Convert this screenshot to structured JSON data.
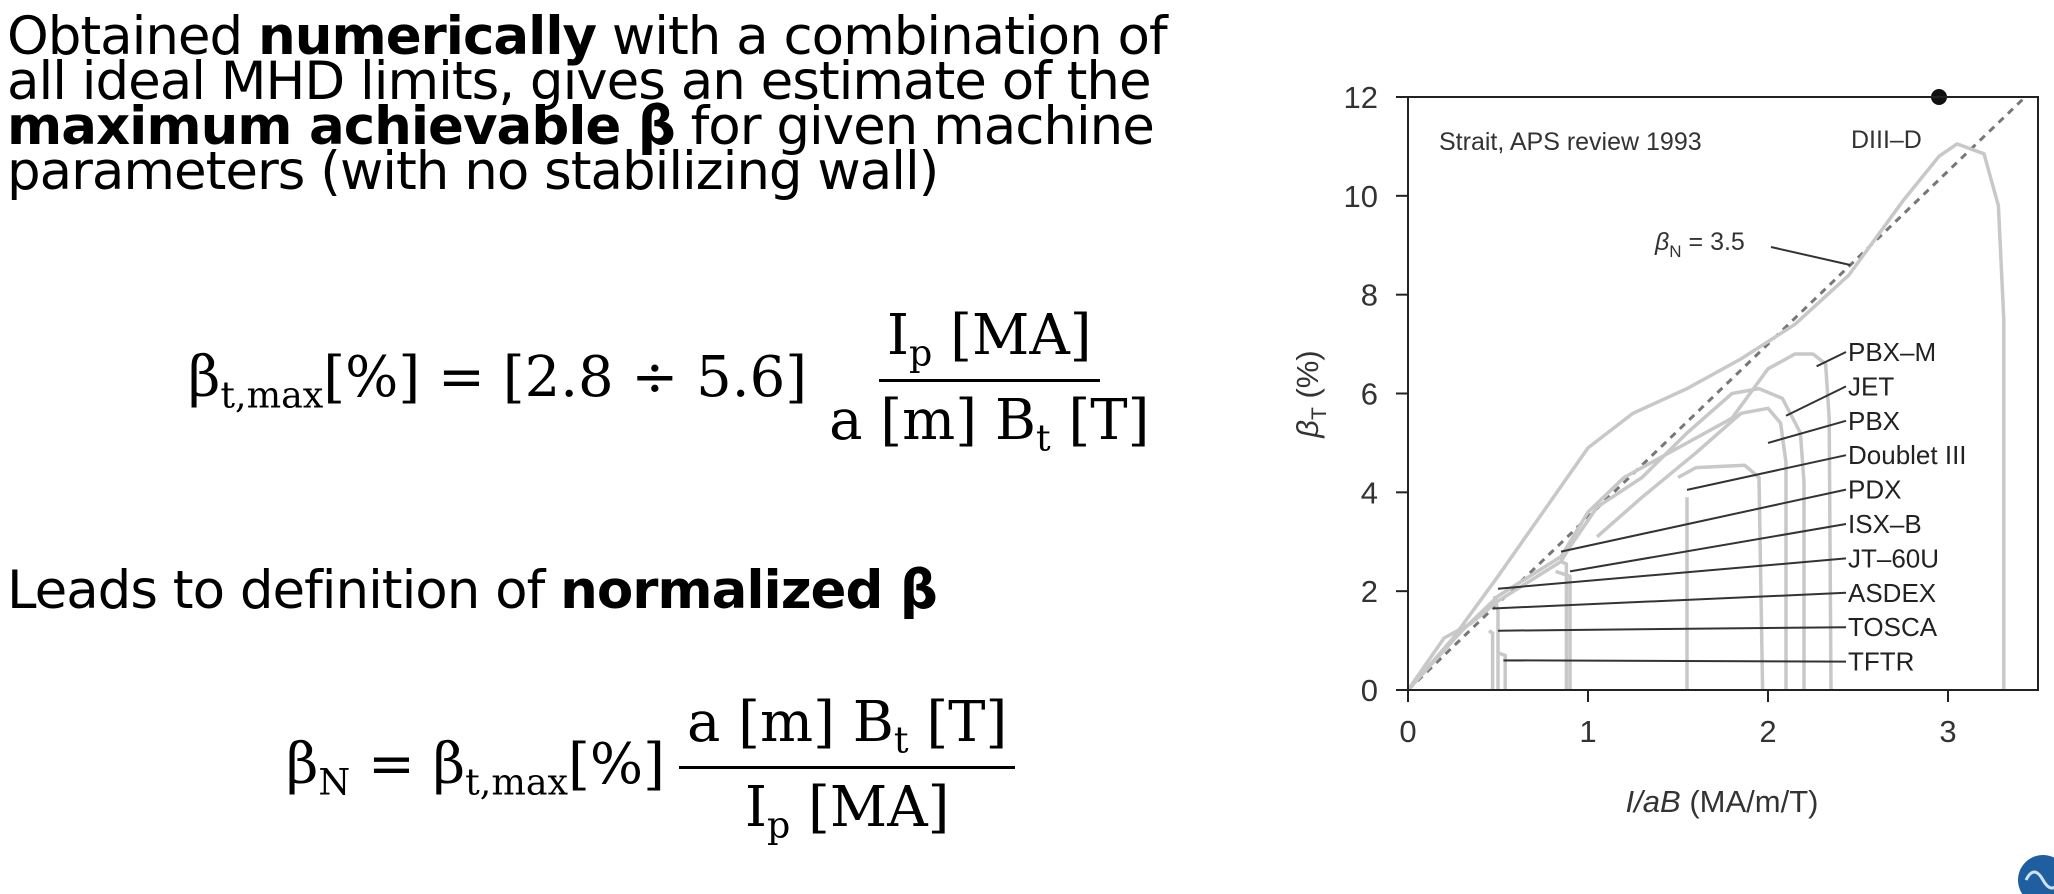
{
  "paragraph": {
    "p1": "Obtained ",
    "b1": "numerically",
    "p2": " with a combination of all ideal MHD limits, gives an estimate of the ",
    "b2": "maximum achievable β",
    "p3": " for given machine parameters (with no stabilizing wall)"
  },
  "eq1": {
    "lhs": "β",
    "lhs_sub": "t,max",
    "lhs_rest": "[%] = [2.8 ÷ 5.6]",
    "num_a": "I",
    "num_sub": "p",
    "num_b": " [MA]",
    "den_a": "a [m] B",
    "den_sub": "t",
    "den_b": " [T]"
  },
  "line2": {
    "text": "Leads to definition of ",
    "bold": "normalized β"
  },
  "eq2": {
    "lhs": "β",
    "lhs_sub": "N",
    "mid": " = β",
    "mid_sub": "t,max",
    "mid_rest": "[%]",
    "num_a": "a [m] B",
    "num_sub": "t",
    "num_b": " [T]",
    "den_a": "I",
    "den_sub": "p",
    "den_b": " [MA]"
  },
  "chart_data": {
    "type": "line",
    "title": "Strait, APS review 1993",
    "xlabel_italic": "I/aB",
    "xlabel_unit": " (MA/m/T)",
    "ylabel_sym": "β",
    "ylabel_sub": "T",
    "ylabel_unit": " (%)",
    "xlim": [
      0,
      3.5
    ],
    "ylim": [
      0,
      12
    ],
    "xticks": [
      "0",
      "1",
      "2",
      "3"
    ],
    "yticks": [
      "0",
      "2",
      "4",
      "6",
      "8",
      "10",
      "12"
    ],
    "beta_n_label": "β",
    "beta_n_sub": "N",
    "beta_n_value": " = 3.5",
    "beta_n": 3.5,
    "reference_point": {
      "label": "DIII–D",
      "x": 2.95,
      "y": 12
    },
    "series": [
      {
        "name": "DIII–D",
        "points": [
          [
            0,
            0
          ],
          [
            0.25,
            1.05
          ],
          [
            0.5,
            2.3
          ],
          [
            0.75,
            3.6
          ],
          [
            1.0,
            4.9
          ],
          [
            1.25,
            5.6
          ],
          [
            1.55,
            6.1
          ],
          [
            1.85,
            6.7
          ],
          [
            2.15,
            7.4
          ],
          [
            2.45,
            8.4
          ],
          [
            2.75,
            9.9
          ],
          [
            2.95,
            10.8
          ],
          [
            3.05,
            11.05
          ],
          [
            3.2,
            10.85
          ],
          [
            3.28,
            9.8
          ],
          [
            3.31,
            7.5
          ],
          [
            3.31,
            0
          ]
        ]
      },
      {
        "name": "PBX–M",
        "points": [
          [
            0,
            0
          ],
          [
            0.3,
            1.2
          ],
          [
            0.5,
            1.9
          ],
          [
            0.85,
            2.7
          ],
          [
            1.0,
            3.6
          ],
          [
            1.2,
            4.3
          ],
          [
            1.5,
            4.9
          ],
          [
            1.8,
            5.5
          ],
          [
            2.0,
            6.5
          ],
          [
            2.15,
            6.8
          ],
          [
            2.25,
            6.8
          ],
          [
            2.32,
            6.6
          ],
          [
            2.34,
            5.5
          ],
          [
            2.35,
            0
          ]
        ]
      },
      {
        "name": "JET",
        "points": [
          [
            0.85,
            2.6
          ],
          [
            0.9,
            2.9
          ],
          [
            1.05,
            3.7
          ],
          [
            1.3,
            4.3
          ],
          [
            1.55,
            5.2
          ],
          [
            1.8,
            6.0
          ],
          [
            1.95,
            6.1
          ],
          [
            2.08,
            5.9
          ],
          [
            2.18,
            5.2
          ],
          [
            2.2,
            4.2
          ],
          [
            2.2,
            0
          ]
        ]
      },
      {
        "name": "PBX",
        "points": [
          [
            1.05,
            3.1
          ],
          [
            1.3,
            3.9
          ],
          [
            1.6,
            4.8
          ],
          [
            1.85,
            5.6
          ],
          [
            2.0,
            5.7
          ],
          [
            2.07,
            5.4
          ],
          [
            2.1,
            4.6
          ],
          [
            2.1,
            0
          ]
        ]
      },
      {
        "name": "Doublet III",
        "points": [
          [
            1.5,
            4.3
          ],
          [
            1.6,
            4.5
          ],
          [
            1.87,
            4.55
          ],
          [
            1.95,
            4.3
          ],
          [
            1.97,
            0
          ]
        ]
      },
      {
        "name": "PDX",
        "points": [
          [
            1.55,
            3.9
          ],
          [
            1.55,
            0
          ]
        ]
      },
      {
        "name": "ISX–B",
        "points": [
          [
            0.85,
            2.6
          ],
          [
            0.88,
            2.55
          ],
          [
            0.88,
            0
          ]
        ]
      },
      {
        "name": "JT–60U",
        "points": [
          [
            0.82,
            2.4
          ],
          [
            0.9,
            2.3
          ],
          [
            0.9,
            0
          ]
        ]
      },
      {
        "name": "ASDEX",
        "points": [
          [
            0.48,
            1.9
          ],
          [
            0.5,
            1.6
          ],
          [
            0.5,
            0
          ]
        ]
      },
      {
        "name": "TOSCA",
        "points": [
          [
            0.45,
            1.2
          ],
          [
            0.47,
            1.15
          ],
          [
            0.47,
            0
          ]
        ]
      },
      {
        "name": "TFTR",
        "points": [
          [
            0.5,
            0.75
          ],
          [
            0.54,
            0.7
          ],
          [
            0.54,
            0
          ]
        ]
      },
      {
        "name": "",
        "points": [
          [
            0,
            0
          ],
          [
            0.2,
            1.05
          ],
          [
            0.35,
            1.35
          ],
          [
            0.5,
            1.8
          ],
          [
            0.85,
            2.6
          ]
        ]
      }
    ],
    "leaders": [
      {
        "label": "PBX–M",
        "x": 2.27,
        "y": 6.55
      },
      {
        "label": "JET",
        "x": 2.1,
        "y": 5.55
      },
      {
        "label": "PBX",
        "x": 2.0,
        "y": 5.0
      },
      {
        "label": "Doublet III",
        "x": 1.55,
        "y": 4.05
      },
      {
        "label": "PDX",
        "x": 0.85,
        "y": 2.8
      },
      {
        "label": "ISX–B",
        "x": 0.9,
        "y": 2.4
      },
      {
        "label": "JT–60U",
        "x": 0.5,
        "y": 2.05
      },
      {
        "label": "ASDEX",
        "x": 0.47,
        "y": 1.65
      },
      {
        "label": "TOSCA",
        "x": 0.5,
        "y": 1.2
      },
      {
        "label": "TFTR",
        "x": 0.53,
        "y": 0.6
      }
    ],
    "colors": {
      "curve": "#c8c8c8",
      "axis": "#222222",
      "leader": "#333333",
      "reference_line": "#777777"
    },
    "grid": false
  },
  "logo": {
    "icon": "institute-logo-icon"
  }
}
